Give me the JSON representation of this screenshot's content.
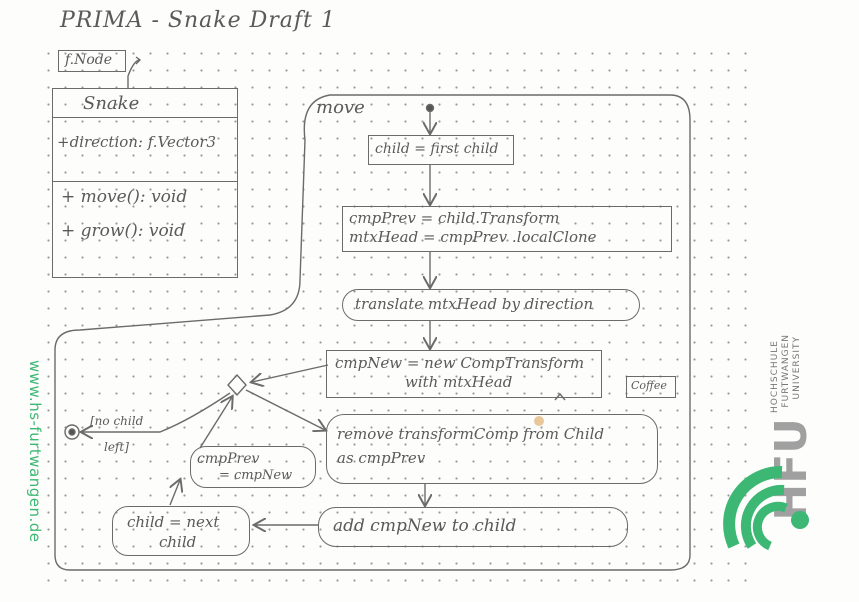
{
  "title": "PRIMA - Snake  Draft 1",
  "class_diagram": {
    "parent": "f.Node",
    "name": "Snake",
    "attributes": [
      "+direction: f.Vector3"
    ],
    "methods": [
      "+ move(): void",
      "+ grow(): void"
    ]
  },
  "activity": {
    "frame_label": "move",
    "steps": {
      "child_first": "child = first child",
      "cmp_prev_1": "cmpPrev      = child.Transform",
      "cmp_prev_2": "mtxHead  = cmpPrev .localClone",
      "translate": "translate mtxHead by direction",
      "cmp_new_1": "cmpNew  =  new CompTransform",
      "cmp_new_2": "with mtxHead",
      "remove_1": "remove transformComp  from Child",
      "remove_2": "as cmpPrev",
      "add": "add cmpNew  to child",
      "cmp_prev_assign_1": "cmpPrev",
      "cmp_prev_assign_2": "= cmpNew",
      "next_1": "child = next",
      "next_2": "child",
      "guard_1": "[no child",
      "guard_2": "left]",
      "note": "Coffee"
    }
  },
  "branding": {
    "side_url": "www.hs-furtwangen.de",
    "university_1": "HOCHSCHULE",
    "university_2": "FURTWANGEN",
    "university_3": "UNIVERSITY",
    "logo_text": "HFU",
    "brand_color": "#3db774",
    "logo_gray": "#9a9a9a"
  }
}
